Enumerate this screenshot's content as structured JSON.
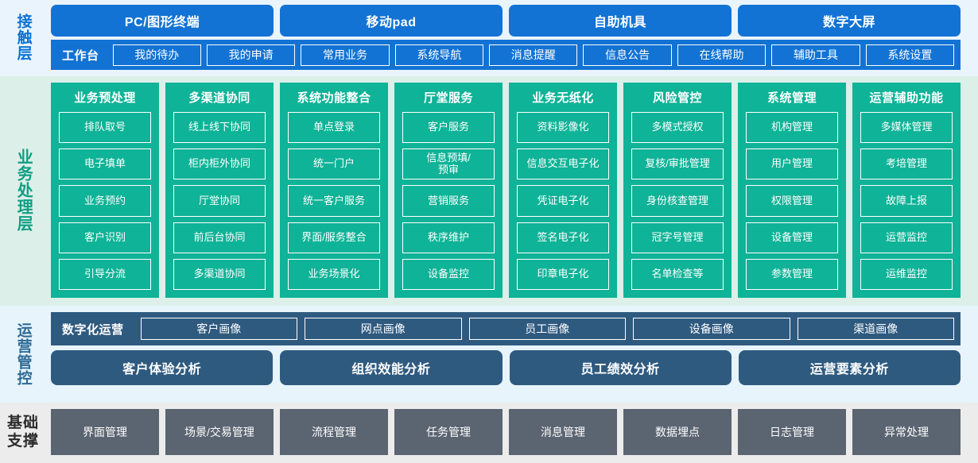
{
  "layers": {
    "contact": {
      "label": "接触层",
      "accent": "#1273d4",
      "terminals": [
        "PC/图形终端",
        "移动pad",
        "自助机具",
        "数字大屏"
      ],
      "workbench_title": "工作台",
      "workbench_items": [
        "我的待办",
        "我的申请",
        "常用业务",
        "系统导航",
        "消息提醒",
        "信息公告",
        "在线帮助",
        "辅助工具",
        "系统设置"
      ]
    },
    "business": {
      "label": "业务处理层",
      "accent": "#0fb397",
      "columns": [
        {
          "title": "业务预处理",
          "items": [
            "排队取号",
            "电子填单",
            "业务预约",
            "客户识别",
            "引导分流"
          ]
        },
        {
          "title": "多渠道协同",
          "items": [
            "线上线下协同",
            "柜内柜外协同",
            "厅堂协同",
            "前后台协同",
            "多渠道协同"
          ]
        },
        {
          "title": "系统功能整合",
          "items": [
            "单点登录",
            "统一门户",
            "统一客户服务",
            "界面/服务整合",
            "业务场景化"
          ]
        },
        {
          "title": "厅堂服务",
          "items": [
            "客户服务",
            "信息预填/\n预审",
            "营销服务",
            "秩序维护",
            "设备监控"
          ]
        },
        {
          "title": "业务无纸化",
          "items": [
            "资料影像化",
            "信息交互电子化",
            "凭证电子化",
            "签名电子化",
            "印章电子化"
          ]
        },
        {
          "title": "风险管控",
          "items": [
            "多模式授权",
            "复核/审批管理",
            "身份核查管理",
            "冠字号管理",
            "名单检查等"
          ]
        },
        {
          "title": "系统管理",
          "items": [
            "机构管理",
            "用户管理",
            "权限管理",
            "设备管理",
            "参数管理"
          ]
        },
        {
          "title": "运营辅助功能",
          "items": [
            "多媒体管理",
            "考培管理",
            "故障上报",
            "运营监控",
            "运维监控"
          ]
        }
      ]
    },
    "operations": {
      "label": "运营管控",
      "accent": "#2f5a80",
      "digital_ops_title": "数字化运营",
      "portraits": [
        "客户画像",
        "网点画像",
        "员工画像",
        "设备画像",
        "渠道画像"
      ],
      "analyses": [
        "客户体验分析",
        "组织效能分析",
        "员工绩效分析",
        "运营要素分析"
      ]
    },
    "base": {
      "label_line1": "基础",
      "label_line2": "支撑",
      "accent": "#5b6471",
      "items": [
        "界面管理",
        "场景/交易管理",
        "流程管理",
        "任务管理",
        "消息管理",
        "数据埋点",
        "日志管理",
        "异常处理"
      ]
    }
  }
}
